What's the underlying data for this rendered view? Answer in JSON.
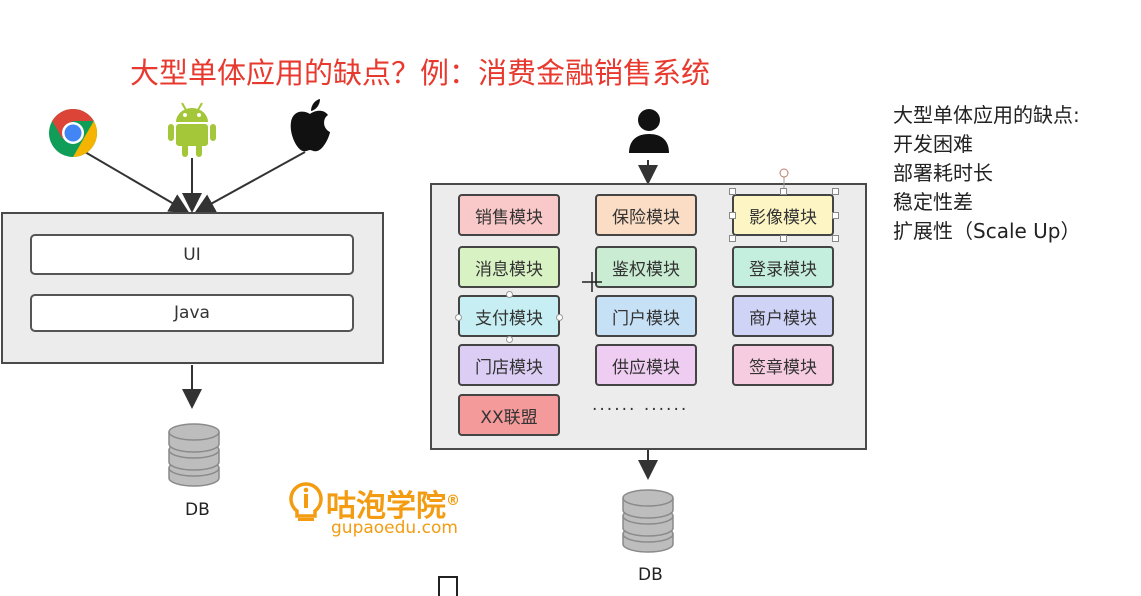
{
  "title": "大型单体应用的缺点？例：消费金融销售系统",
  "left_stack": {
    "ui_label": "UI",
    "java_label": "Java",
    "db_label": "DB"
  },
  "modules": [
    {
      "label": "销售模块",
      "color": "#f9c8c8"
    },
    {
      "label": "保险模块",
      "color": "#fbdcc4"
    },
    {
      "label": "影像模块",
      "color": "#fdf6c4"
    },
    {
      "label": "消息模块",
      "color": "#d9f2c4"
    },
    {
      "label": "鉴权模块",
      "color": "#c9ecd3"
    },
    {
      "label": "登录模块",
      "color": "#c4eedd"
    },
    {
      "label": "支付模块",
      "color": "#c6eef3"
    },
    {
      "label": "门户模块",
      "color": "#c6e0f6"
    },
    {
      "label": "商户模块",
      "color": "#cfd3f6"
    },
    {
      "label": "门店模块",
      "color": "#dccdf4"
    },
    {
      "label": "供应模块",
      "color": "#efcdf2"
    },
    {
      "label": "签章模块",
      "color": "#f6cde0"
    },
    {
      "label": "XX联盟",
      "color": "#f59a9a"
    }
  ],
  "more_text": "······ ······",
  "right_db_label": "DB",
  "notes": {
    "heading": "大型单体应用的缺点:",
    "items": [
      "开发困难",
      "部署耗时长",
      "稳定性差",
      "扩展性（Scale Up）"
    ]
  },
  "logo": {
    "name": "咕泡学院",
    "mark": "®",
    "url": "gupaoedu.com",
    "color": "#f39c12"
  },
  "colors": {
    "title": "#e8392f",
    "frame_bg": "#ececec",
    "chrome_red": "#db4437",
    "chrome_green": "#0f9d58",
    "chrome_yellow": "#f4b400",
    "chrome_blue": "#4285f4",
    "android_green": "#a4c639"
  },
  "icons": [
    "chrome-icon",
    "android-icon",
    "apple-icon",
    "user-icon",
    "database-icon"
  ]
}
